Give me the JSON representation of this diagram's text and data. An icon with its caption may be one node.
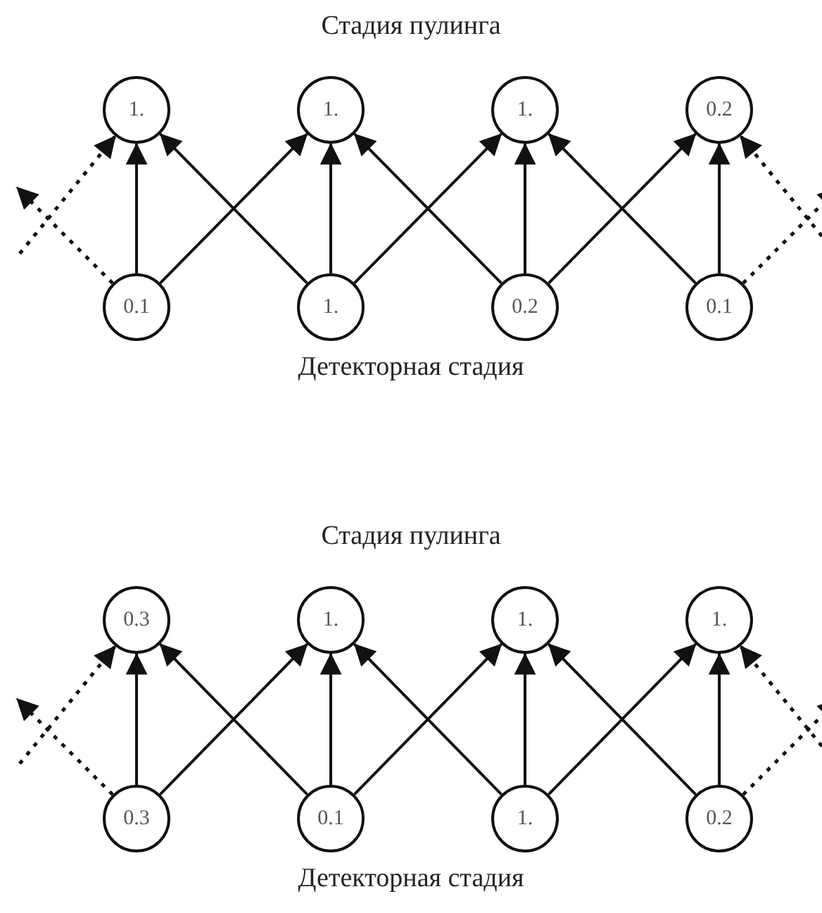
{
  "diagram": {
    "nodes": [
      {
        "text": [
          "1."
        ]
      },
      {
        "text": [
          "1."
        ]
      },
      {
        "text": [
          "1."
        ]
      },
      {
        "text": [
          "0.2"
        ]
      },
      {
        "text": [
          "0.1"
        ]
      },
      {
        "text": [
          "1."
        ]
      },
      {
        "text": [
          "0.2"
        ]
      },
      {
        "text": [
          "0.1"
        ]
      },
      {
        "text": [
          "0.3"
        ]
      },
      {
        "text": [
          "1."
        ]
      },
      {
        "text": [
          "1."
        ]
      },
      {
        "text": [
          "1."
        ]
      },
      {
        "text": [
          "0.3"
        ]
      },
      {
        "text": [
          "0.1"
        ]
      },
      {
        "text": [
          "1."
        ]
      },
      {
        "text": [
          "0.2"
        ]
      }
    ],
    "edges": [
      {
        "from": null,
        "to": 0,
        "arrow": "to",
        "style": "dashed"
      },
      {
        "from": 4,
        "to": null,
        "arrow": "to",
        "style": "dashed"
      },
      {
        "from": 4,
        "to": 0,
        "arrow": "to"
      },
      {
        "from": 4,
        "to": 1,
        "arrow": "to"
      },
      {
        "from": 5,
        "to": 0,
        "arrow": "to"
      },
      {
        "from": 5,
        "to": 1,
        "arrow": "to"
      },
      {
        "from": 5,
        "to": 2,
        "arrow": "to"
      },
      {
        "from": 6,
        "to": 1,
        "arrow": "to"
      },
      {
        "from": 6,
        "to": 2,
        "arrow": "to"
      },
      {
        "from": 6,
        "to": 3,
        "arrow": "to"
      },
      {
        "from": 7,
        "to": 2,
        "arrow": "to"
      },
      {
        "from": 7,
        "to": 3,
        "arrow": "to"
      },
      {
        "from": 7,
        "to": null,
        "arrow": "to",
        "style": "dashed"
      },
      {
        "from": null,
        "to": 3,
        "arrow": "to",
        "style": "dashed"
      },
      {
        "from": null,
        "to": 8,
        "arrow": "to",
        "style": "dashed"
      },
      {
        "from": 12,
        "to": null,
        "arrow": "to",
        "style": "dashed"
      },
      {
        "from": 12,
        "to": 8,
        "arrow": "to"
      },
      {
        "from": 12,
        "to": 9,
        "arrow": "to"
      },
      {
        "from": 13,
        "to": 8,
        "arrow": "to"
      },
      {
        "from": 13,
        "to": 9,
        "arrow": "to"
      },
      {
        "from": 13,
        "to": 10,
        "arrow": "to"
      },
      {
        "from": 14,
        "to": 9,
        "arrow": "to"
      },
      {
        "from": 14,
        "to": 10,
        "arrow": "to"
      },
      {
        "from": 14,
        "to": 11,
        "arrow": "to"
      },
      {
        "from": 15,
        "to": 10,
        "arrow": "to"
      },
      {
        "from": 15,
        "to": 11,
        "arrow": "to"
      },
      {
        "from": 15,
        "to": null,
        "arrow": "to",
        "style": "dashed"
      },
      {
        "from": null,
        "to": 11,
        "arrow": "to",
        "style": "dashed"
      }
    ],
    "labels": [
      "Стадия пулинга",
      "Детекторная стадия",
      "Стадия пулинга",
      "Детекторная стадия"
    ]
  }
}
